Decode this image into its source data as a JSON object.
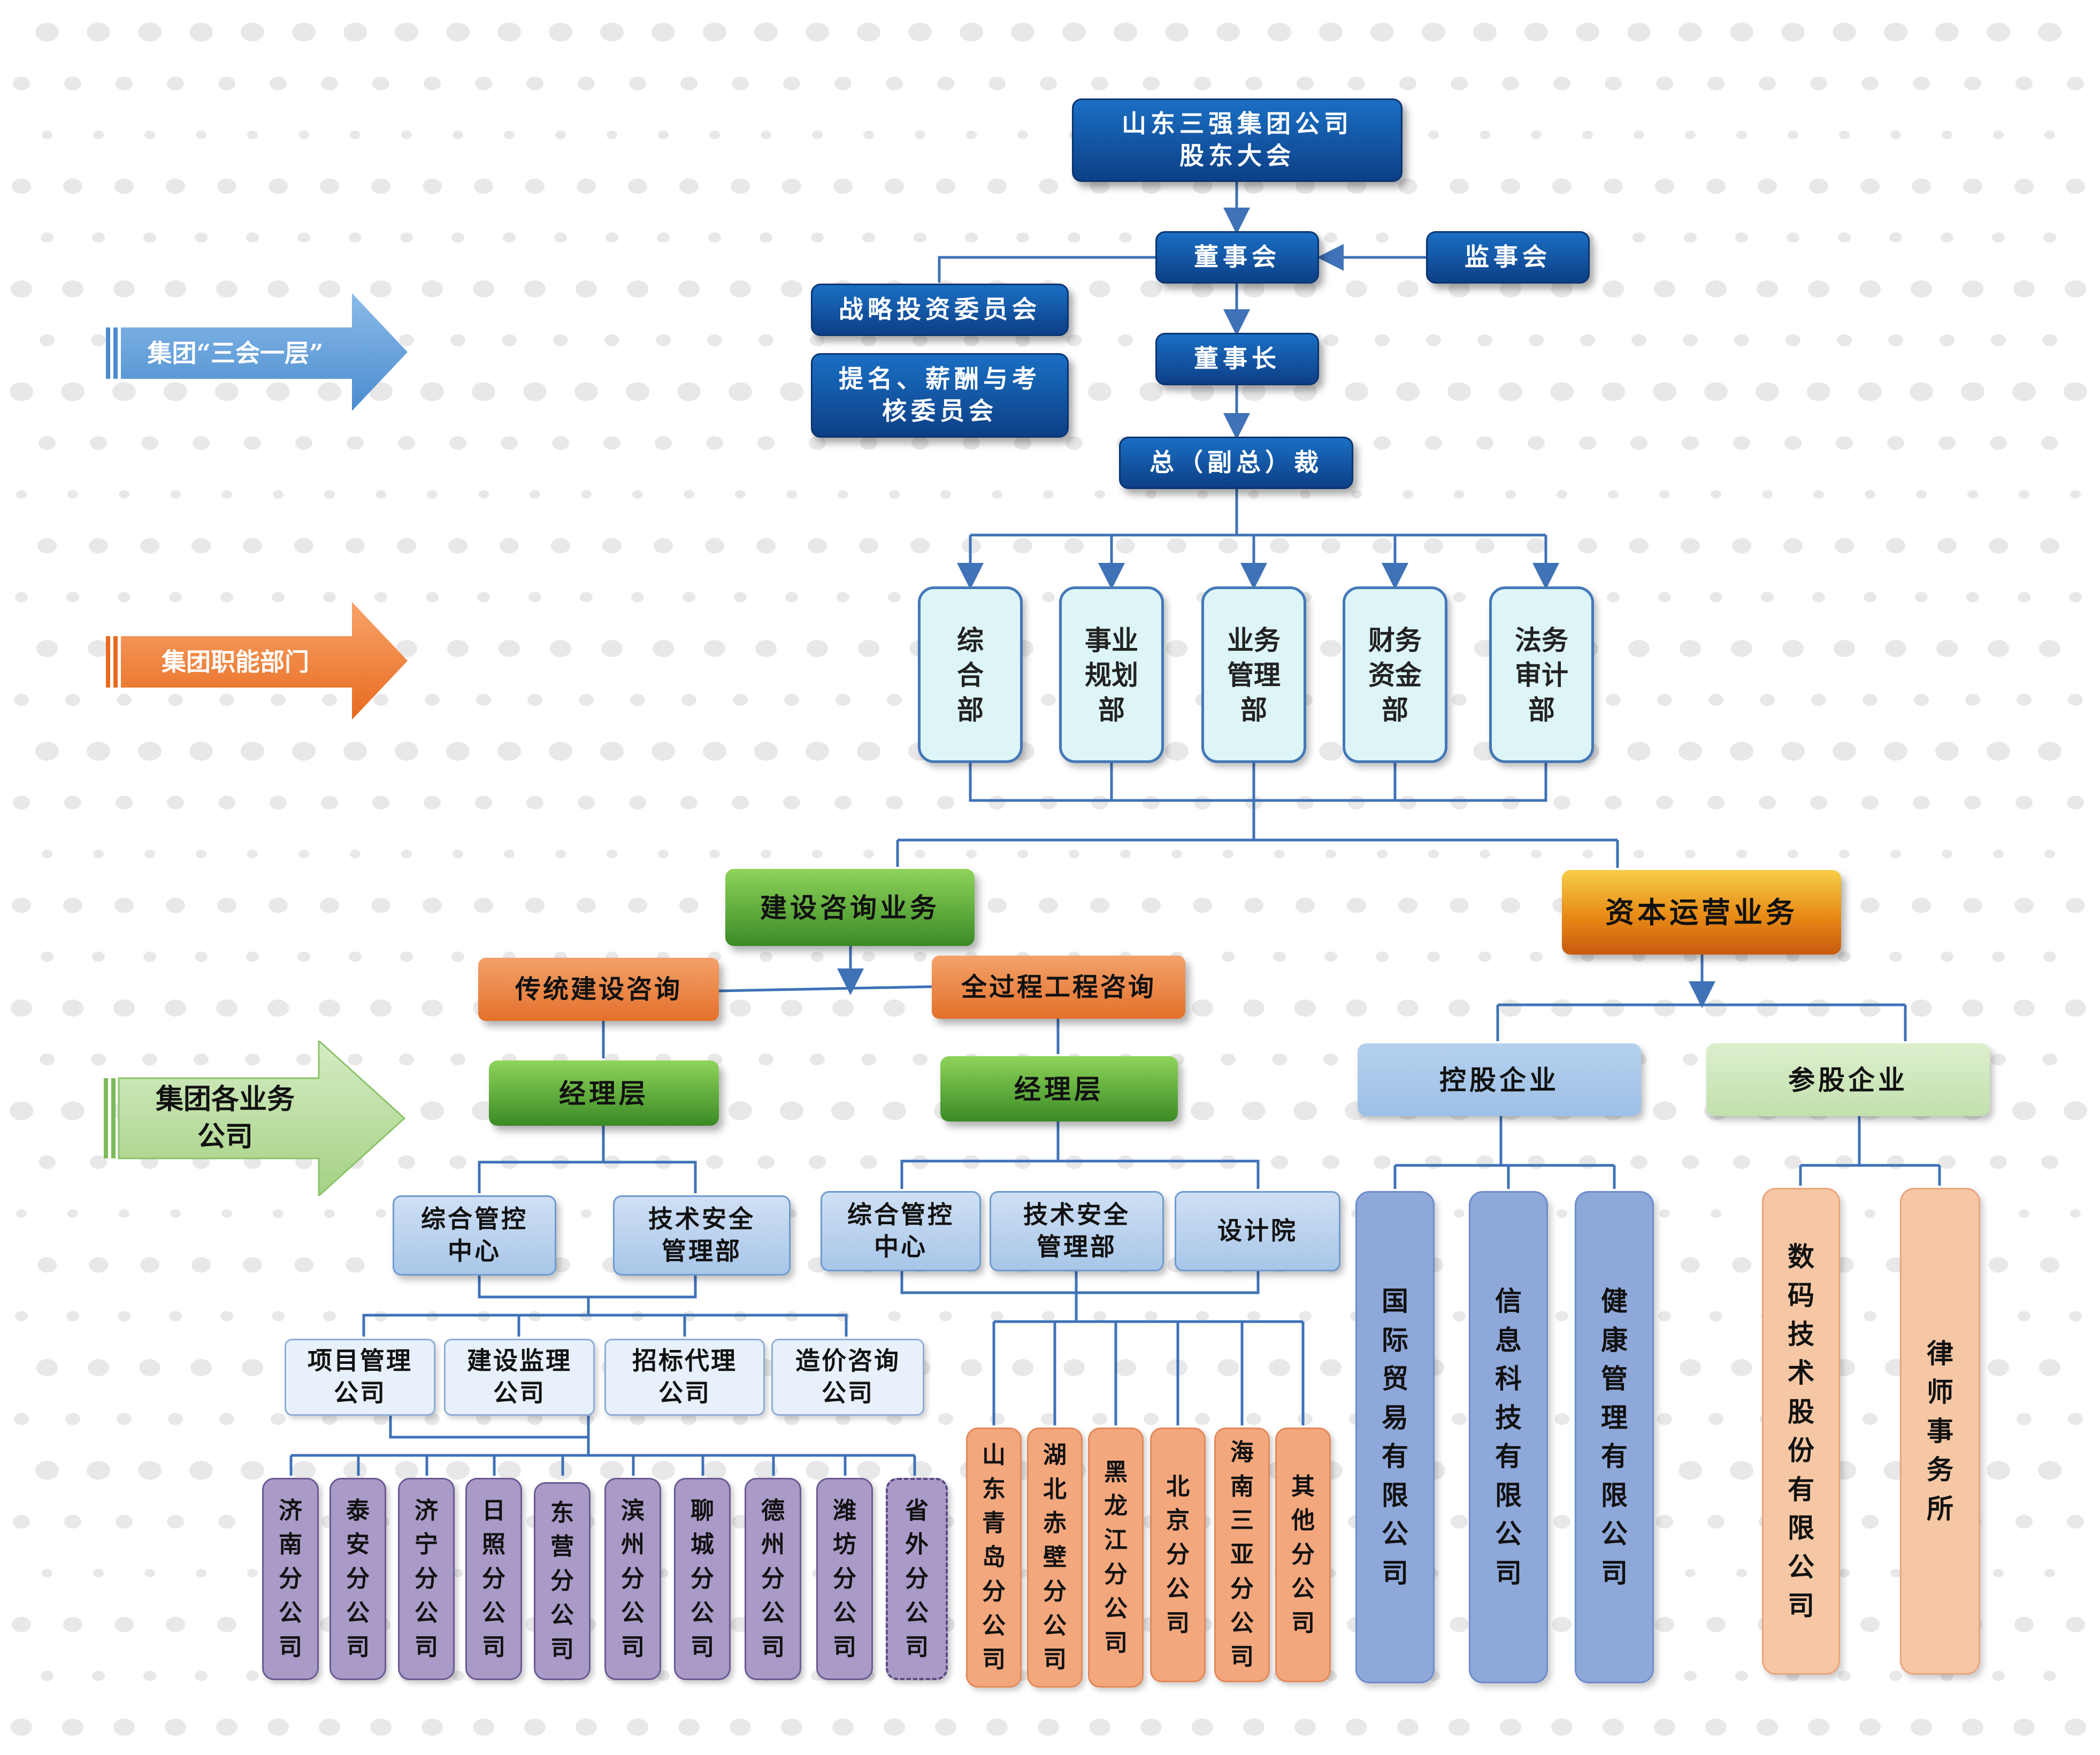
{
  "colors": {
    "line": "#3f72b7",
    "bg_dot": "#e8e8e8",
    "tag_blue": "#5b9bd5",
    "tag_orange": "#ed7d31",
    "tag_green": "#a9d18e"
  },
  "top": {
    "shareholders": "山东三强集团公司\n股东大会",
    "board": "董事会",
    "supervisors": "监事会",
    "strategy_committee": "战略投资委员会",
    "nomination_committee": "提名、薪酬与考\n核委员会",
    "chairman": "董事长",
    "president": "总（副总）裁"
  },
  "side_tags": {
    "tag1": "集团“三会一层”",
    "tag2": "集团职能部门",
    "tag3": "集团各业务\n公司"
  },
  "departments": [
    "综\n合\n部",
    "事业\n规划\n部",
    "业务\n管理\n部",
    "财务\n资金\n部",
    "法务\n审计\n部"
  ],
  "consulting": {
    "title": "建设咨询业务",
    "traditional": "传统建设咨询",
    "whole_process": "全过程工程咨询",
    "manager_left": "经理层",
    "manager_right": "经理层",
    "left_units": [
      "综合管控\n中心",
      "技术安全\n管理部"
    ],
    "right_units": [
      "综合管控\n中心",
      "技术安全\n管理部",
      "设计院"
    ],
    "companies": [
      "项目管理\n公司",
      "建设监理\n公司",
      "招标代理\n公司",
      "造价咨询\n公司"
    ],
    "branches_left": [
      "济\n南\n分\n公\n司",
      "泰\n安\n分\n公\n司",
      "济\n宁\n分\n公\n司",
      "日\n照\n分\n公\n司",
      "东\n营\n分\n公\n司",
      "滨\n州\n分\n公\n司",
      "聊\n城\n分\n公\n司",
      "德\n州\n分\n公\n司",
      "潍\n坊\n分\n公\n司",
      "省\n外\n分\n公\n司"
    ],
    "branches_right": [
      "山\n东\n青\n岛\n分\n公\n司",
      "湖\n北\n赤\n壁\n分\n公\n司",
      "黑\n龙\n江\n分\n公\n司",
      "北\n京\n分\n公\n司",
      "海\n南\n三\n亚\n分\n公\n司",
      "其\n他\n分\n公\n司"
    ]
  },
  "capital": {
    "title": "资本运营业务",
    "holding": "控股企业",
    "participating": "参股企业",
    "holding_companies": [
      "国\n际\n贸\n易\n有\n限\n公\n司",
      "信\n息\n科\n技\n有\n限\n公\n司",
      "健\n康\n管\n理\n有\n限\n公\n司"
    ],
    "participating_companies": [
      "数\n码\n技\n术\n股\n份\n有\n限\n公\n司",
      "律\n师\n事\n务\n所"
    ]
  }
}
